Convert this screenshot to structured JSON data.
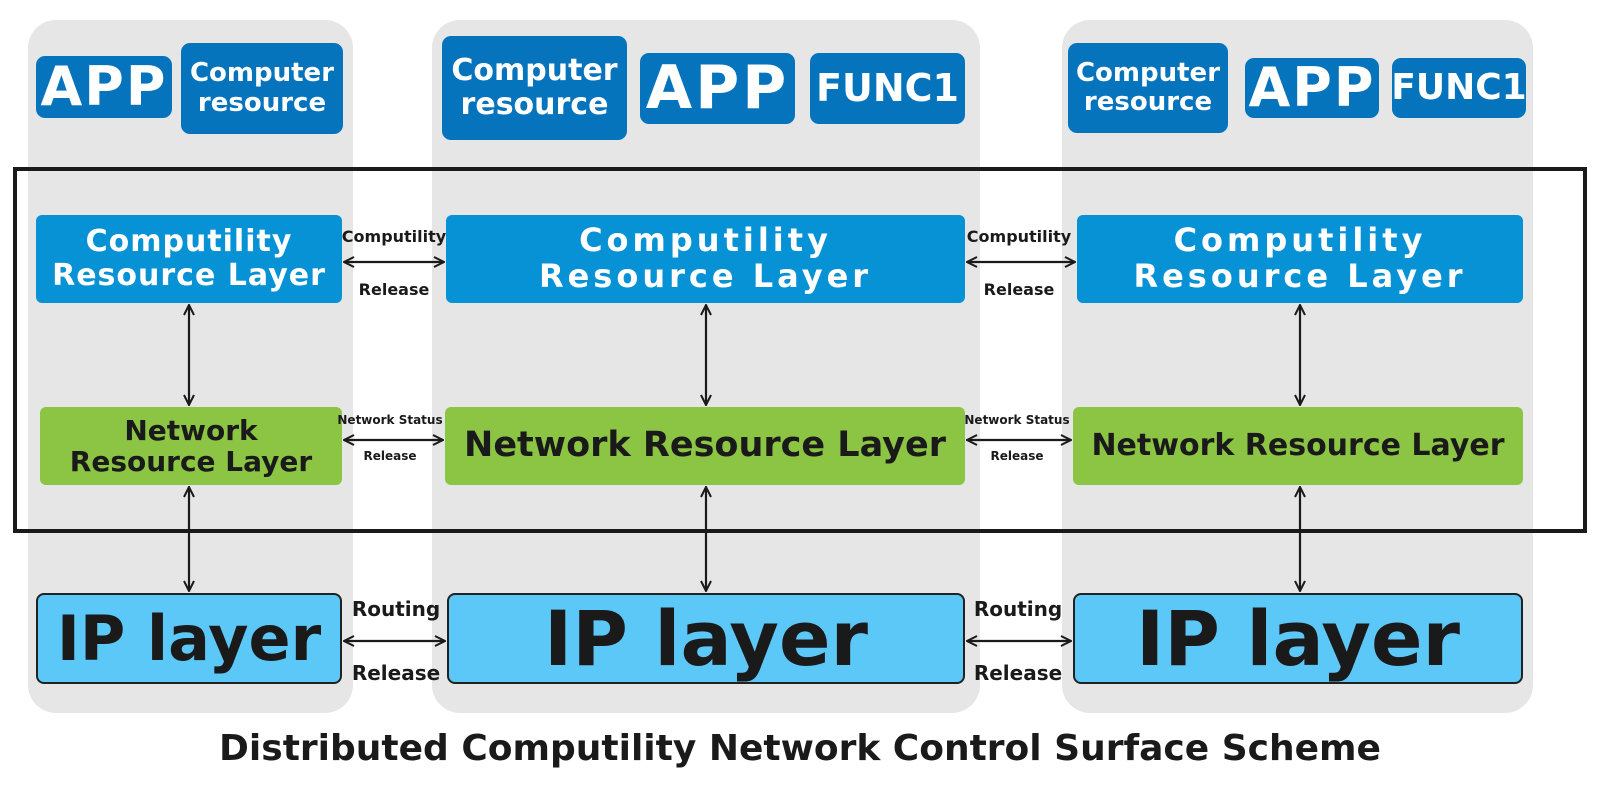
{
  "top": {
    "col1": {
      "app": "APP",
      "computer": "Computer\nresource"
    },
    "col2": {
      "computer": "Computer\nresource",
      "app": "APP",
      "func": "FUNC1"
    },
    "col3": {
      "computer": "Computer\nresource",
      "app": "APP",
      "func": "FUNC1"
    }
  },
  "layers": {
    "computility": "Computility\nResource Layer",
    "network_short": "Network\nResource Layer",
    "network": "Network Resource Layer",
    "ip": "IP layer"
  },
  "links": {
    "computility": "Computility",
    "release": "Release",
    "network_status": "Network Status",
    "routing": "Routing"
  },
  "caption": "Distributed Computility Network Control Surface Scheme"
}
